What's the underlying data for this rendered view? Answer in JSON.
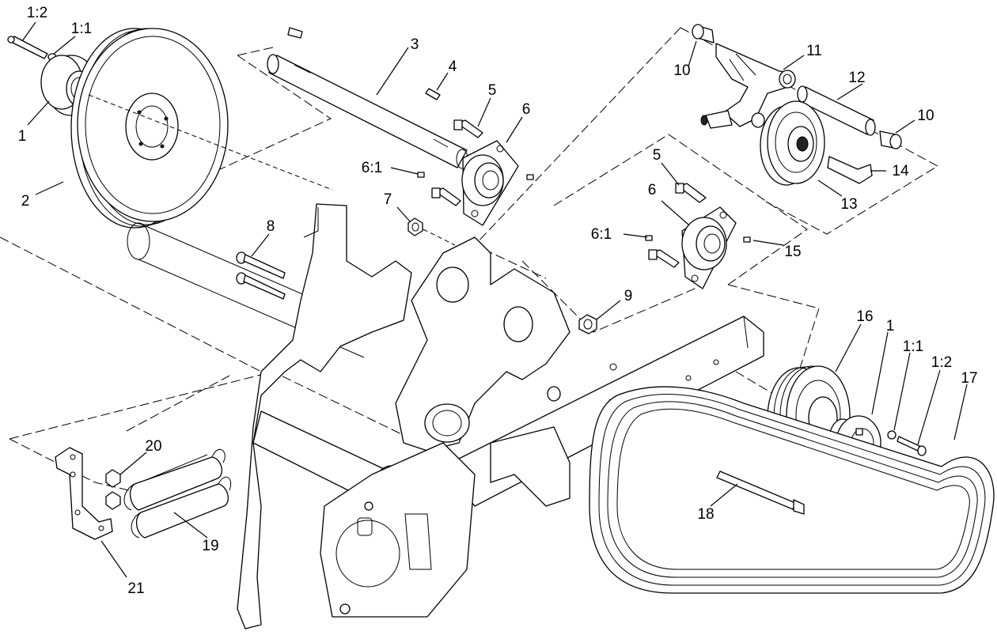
{
  "callouts": {
    "c1_2_top": "1:2",
    "c1_1_top": "1:1",
    "c1_top": "1",
    "c2": "2",
    "c3": "3",
    "c4": "4",
    "c5_upper": "5",
    "c6_upper": "6",
    "c6_1_upper": "6:1",
    "c7": "7",
    "c8": "8",
    "c9": "9",
    "c10_left": "10",
    "c10_right": "10",
    "c11": "11",
    "c12": "12",
    "c13": "13",
    "c14": "14",
    "c5_lower": "5",
    "c6_lower": "6",
    "c6_1_lower": "6:1",
    "c15": "15",
    "c16": "16",
    "c1_right": "1",
    "c1_1_right": "1:1",
    "c1_2_right": "1:2",
    "c17": "17",
    "c18": "18",
    "c19": "19",
    "c20": "20",
    "c21": "21"
  }
}
